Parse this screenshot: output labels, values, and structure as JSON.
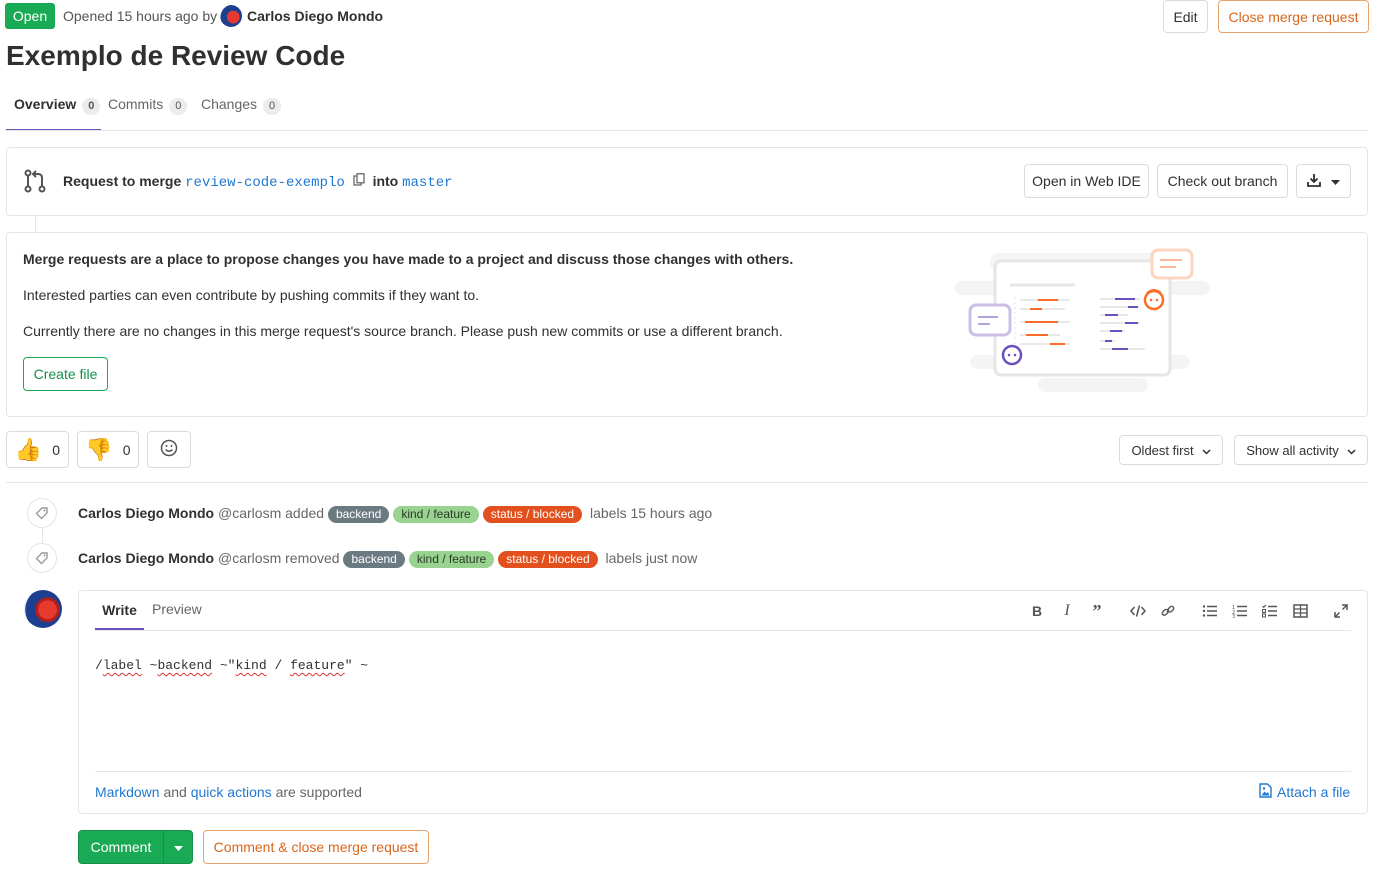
{
  "header": {
    "status": "Open",
    "opened_text": "Opened 15 hours ago by",
    "author": "Carlos Diego Mondo",
    "edit_label": "Edit",
    "close_label": "Close merge request"
  },
  "title": "Exemplo de Review Code",
  "tabs": [
    {
      "label": "Overview",
      "count": "0"
    },
    {
      "label": "Commits",
      "count": "0"
    },
    {
      "label": "Changes",
      "count": "0"
    }
  ],
  "merge": {
    "prefix": "Request to merge",
    "source": "review-code-exemplo",
    "into": "into",
    "target": "master",
    "web_ide": "Open in Web IDE",
    "checkout": "Check out branch"
  },
  "empty_state": {
    "heading": "Merge requests are a place to propose changes you have made to a project and discuss those changes with others.",
    "line1": "Interested parties can even contribute by pushing commits if they want to.",
    "line2": "Currently there are no changes in this merge request's source branch. Please push new commits or use a different branch.",
    "create_file": "Create file"
  },
  "reactions": {
    "thumbs_up_count": "0",
    "thumbs_down_count": "0"
  },
  "filters": {
    "sort": "Oldest first",
    "activity": "Show all activity"
  },
  "activity": [
    {
      "author": "Carlos Diego Mondo",
      "handle": "@carlosm",
      "action": "added",
      "labels": [
        "backend",
        "kind / feature",
        "status / blocked"
      ],
      "suffix": "labels 15 hours ago"
    },
    {
      "author": "Carlos Diego Mondo",
      "handle": "@carlosm",
      "action": "removed",
      "labels": [
        "backend",
        "kind / feature",
        "status / blocked"
      ],
      "suffix": "labels just now"
    }
  ],
  "editor": {
    "write_tab": "Write",
    "preview_tab": "Preview",
    "text_parts": [
      "/",
      "label",
      " ~",
      "backend",
      " ~\"",
      "kind",
      " / ",
      "feature",
      "\" ~"
    ],
    "footer_markdown": "Markdown",
    "footer_and": "and",
    "footer_quick": "quick actions",
    "footer_supported": "are supported",
    "attach": "Attach a file"
  },
  "actions": {
    "comment": "Comment",
    "comment_close": "Comment & close merge request"
  },
  "colors": {
    "green": "#1aaa55",
    "orange": "#e9a46b",
    "link": "#1f78d1",
    "purple": "#6b4fbb"
  }
}
